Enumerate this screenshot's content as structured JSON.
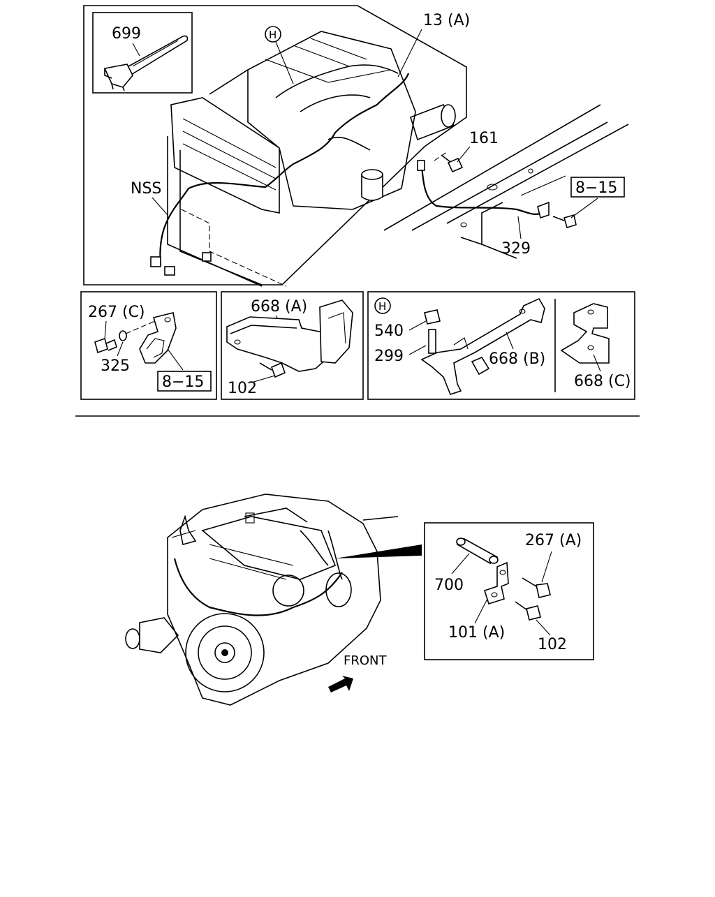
{
  "top_diagram": {
    "main_labels": {
      "harness": "13 (A)",
      "band_clip": "699",
      "nss": "NSS",
      "bolt_161": "161",
      "ref_8_15": "8−15",
      "ground_cable": "329",
      "callout_h": "H"
    },
    "panel_1": {
      "bolt": "267 (C)",
      "washer": "325",
      "ref": "8−15"
    },
    "panel_2": {
      "bracket": "668 (A)",
      "bolt": "102"
    },
    "panel_3": {
      "callout_h": "H",
      "nut": "540",
      "stud": "299",
      "bracket_b": "668 (B)",
      "bracket_c": "668 (C)"
    }
  },
  "bottom_diagram": {
    "front_label": "FRONT",
    "detail": {
      "tube": "700",
      "bolt_a": "267 (A)",
      "bracket": "101 (A)",
      "bolt": "102"
    }
  }
}
